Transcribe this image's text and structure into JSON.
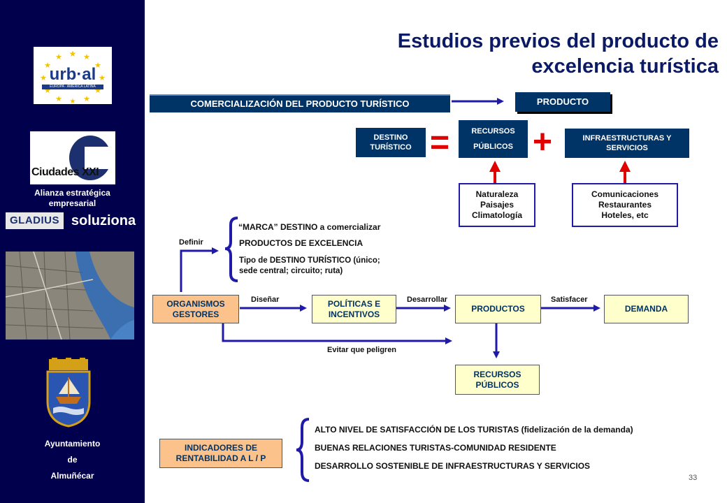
{
  "title": {
    "line1": "Estudios previos del producto de",
    "line2": "excelencia turística"
  },
  "sidebar": {
    "logo_urbal": "urb·al",
    "logo_urbal_sub": "EUROPA · AMÉRICA LATINA",
    "logo_ciudades": "Ciudades XXI",
    "alliance_line1": "Alianza estratégica",
    "alliance_line2": "empresarial",
    "logo_gladius": "GLADIUS",
    "logo_soluziona": "soluziona",
    "crest_banner": "",
    "footer_line1": "Ayuntamiento",
    "footer_line2": "de",
    "footer_line3": "Almuñécar"
  },
  "top": {
    "comercializacion": "COMERCIALIZACIÓN DEL PRODUCTO TURÍSTICO",
    "producto": "PRODUCTO",
    "destino": "DESTINO TURÍSTICO",
    "equals": "=",
    "recursos_line1": "RECURSOS",
    "recursos_line2": "PÚBLICOS",
    "plus": "+",
    "infra": "INFRAESTRUCTURAS Y SERVICIOS",
    "naturaleza": [
      "Naturaleza",
      "Paisajes",
      "Climatología"
    ],
    "comunicaciones": [
      "Comunicaciones",
      "Restaurantes",
      "Hoteles, etc"
    ]
  },
  "middle": {
    "definir": "Definir",
    "marca": "“MARCA” DESTINO a comercializar",
    "productos_excelencia": "PRODUCTOS DE EXCELENCIA",
    "tipo_line1": "Tipo de DESTINO TURÍSTICO (único;",
    "tipo_line2": "sede central; circuito; ruta)",
    "organismos": "ORGANISMOS GESTORES",
    "disenar": "Diseñar",
    "politicas": "POLÍTICAS E INCENTIVOS",
    "desarrollar": "Desarrollar",
    "productos": "PRODUCTOS",
    "satisfacer": "Satisfacer",
    "demanda": "DEMANDA",
    "evitar": "Evitar que peligren",
    "recursos_publicos": "RECURSOS PÚBLICOS"
  },
  "bottom": {
    "indicadores": "INDICADORES DE RENTABILIDAD A L / P",
    "items": [
      "ALTO NIVEL DE SATISFACCIÓN DE LOS TURISTAS (fidelización de la demanda)",
      "BUENAS RELACIONES TURISTAS-COMUNIDAD RESIDENTE",
      "DESARROLLO SOSTENIBLE DE INFRAESTRUCTURAS Y SERVICIOS"
    ]
  },
  "page_number": "33",
  "colors": {
    "sidebar": "#00004d",
    "title": "#0b1a66",
    "navy_box": "#003366",
    "cream_box": "#ffffcc",
    "peach_box": "#fbc28c",
    "arrow_blue": "#1f1aa8",
    "red": "#e00000"
  }
}
